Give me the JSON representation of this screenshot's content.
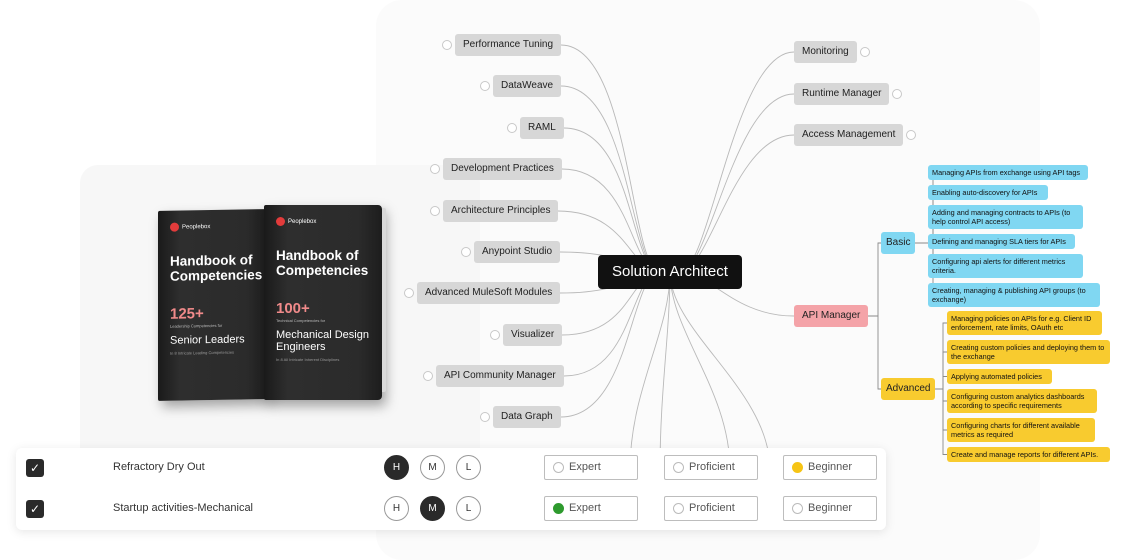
{
  "mindmap": {
    "center": "Solution Architect",
    "left_nodes": [
      "Performance Tuning",
      "DataWeave",
      "RAML",
      "Development Practices",
      "Architecture Principles",
      "Anypoint Studio",
      "Advanced MuleSoft Modules",
      "Visualizer",
      "API Community Manager",
      "Data Graph"
    ],
    "right_nodes": [
      "Monitoring",
      "Runtime Manager",
      "Access Management"
    ],
    "api_manager": "API Manager",
    "basic": {
      "label": "Basic",
      "items": [
        "Managing APIs from exchange using API tags",
        "Enabling auto-discovery for APIs",
        "Adding and managing contracts to APIs (to help control API access)",
        "Defining and managing SLA tiers for APIs",
        "Configuring api alerts for different metrics criteria.",
        "Creating, managing & publishing API groups (to exchange)"
      ]
    },
    "advanced": {
      "label": "Advanced",
      "items": [
        "Managing policies on APIs for e.g. Client ID enforcement, rate limits, OAuth etc",
        "Creating custom policies and deploying them to the exchange",
        "Applying automated policies",
        "Configuring custom analytics dashboards according to specific requirements",
        "Configuring charts for different available metrics as required",
        "Create and manage reports for different APIs."
      ]
    }
  },
  "books": [
    {
      "logo": "Peoplebox",
      "title": "Handbook of Competencies",
      "number": "125+",
      "small": "Leadership Competencies for",
      "subtitle": "Senior Leaders",
      "footer": "In 8 Intricate Leading Competencies"
    },
    {
      "logo": "Peoplebox",
      "title": "Handbook of Competencies",
      "number": "100+",
      "small": "Technical Competencies for",
      "subtitle": "Mechanical Design Engineers",
      "footer": "In 8 All Intricate Inherent Disciplines"
    }
  ],
  "skills_panel": {
    "rows": [
      {
        "checked": true,
        "check_glyph": "✓",
        "name": "Refractory Dry Out",
        "priority_selected": "H",
        "level_selected": "Beginner"
      },
      {
        "checked": true,
        "check_glyph": "✓",
        "name": "Startup activities-Mechanical",
        "priority_selected": "M",
        "level_selected": "Expert"
      }
    ],
    "priorities": [
      "H",
      "M",
      "L"
    ],
    "levels": [
      "Expert",
      "Proficient",
      "Beginner"
    ],
    "colors": {
      "beginner": "#f6c415",
      "expert": "#2e9a2e",
      "selected_priority": "#2a2a2a"
    }
  }
}
